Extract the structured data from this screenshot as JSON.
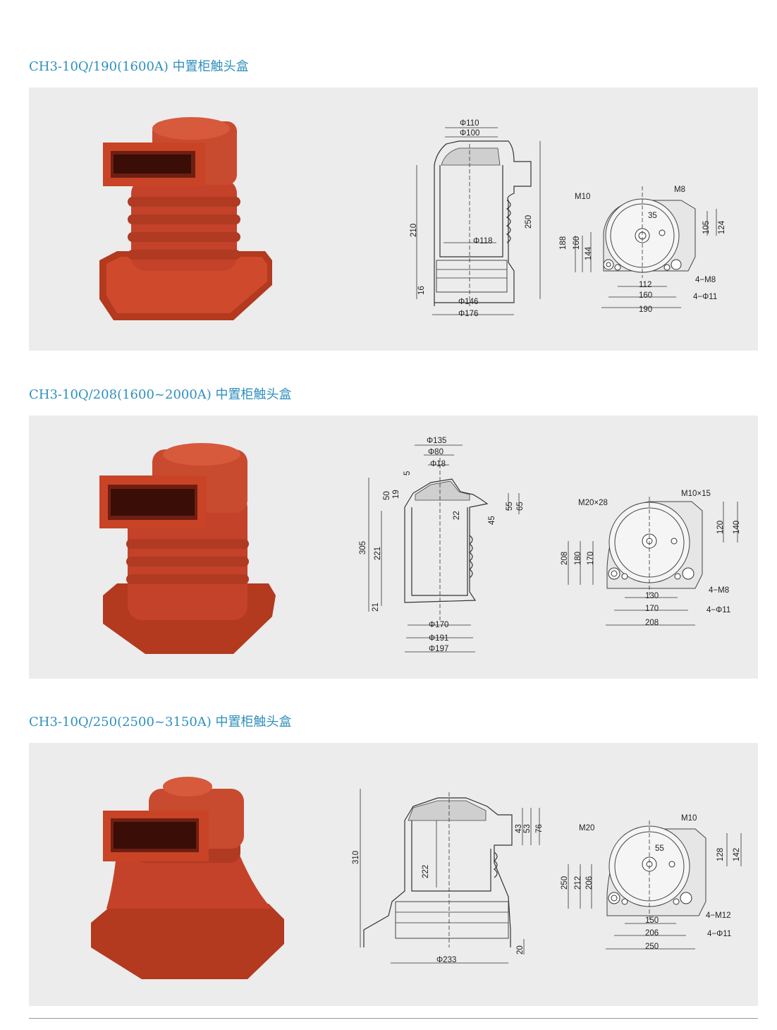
{
  "sections": [
    {
      "title": "CH3-10Q/190(1600A) 中置柜触头盒",
      "side_dims": [
        "Φ110",
        "Φ100",
        "210",
        "250",
        "Φ118",
        "16",
        "Φ146",
        "Φ176"
      ],
      "plan_dims": [
        "M10",
        "M8",
        "35",
        "105",
        "124",
        "188",
        "160",
        "144",
        "112",
        "160",
        "190",
        "4−M8",
        "4−Φ11"
      ]
    },
    {
      "title": "CH3-10Q/208(1600~2000A) 中置柜触头盒",
      "side_dims": [
        "Φ135",
        "Φ80",
        "Φ18",
        "5",
        "50",
        "19",
        "55",
        "65",
        "22",
        "45",
        "305",
        "221",
        "21",
        "Φ170",
        "Φ191",
        "Φ197"
      ],
      "plan_dims": [
        "M20×28",
        "M10×15",
        "120",
        "140",
        "208",
        "180",
        "170",
        "130",
        "170",
        "208",
        "4−M8",
        "4−Φ11"
      ]
    },
    {
      "title": "CH3-10Q/250(2500~3150A) 中置柜触头盒",
      "side_dims": [
        "310",
        "222",
        "43",
        "53",
        "76",
        "20",
        "Φ233"
      ],
      "plan_dims": [
        "M20",
        "M10",
        "55",
        "128",
        "142",
        "250",
        "212",
        "206",
        "150",
        "206",
        "250",
        "4−M12",
        "4−Φ11"
      ]
    }
  ],
  "colors": {
    "title": "#2f8fbd",
    "insulator": "#c8432a",
    "panel": "#ececec"
  }
}
